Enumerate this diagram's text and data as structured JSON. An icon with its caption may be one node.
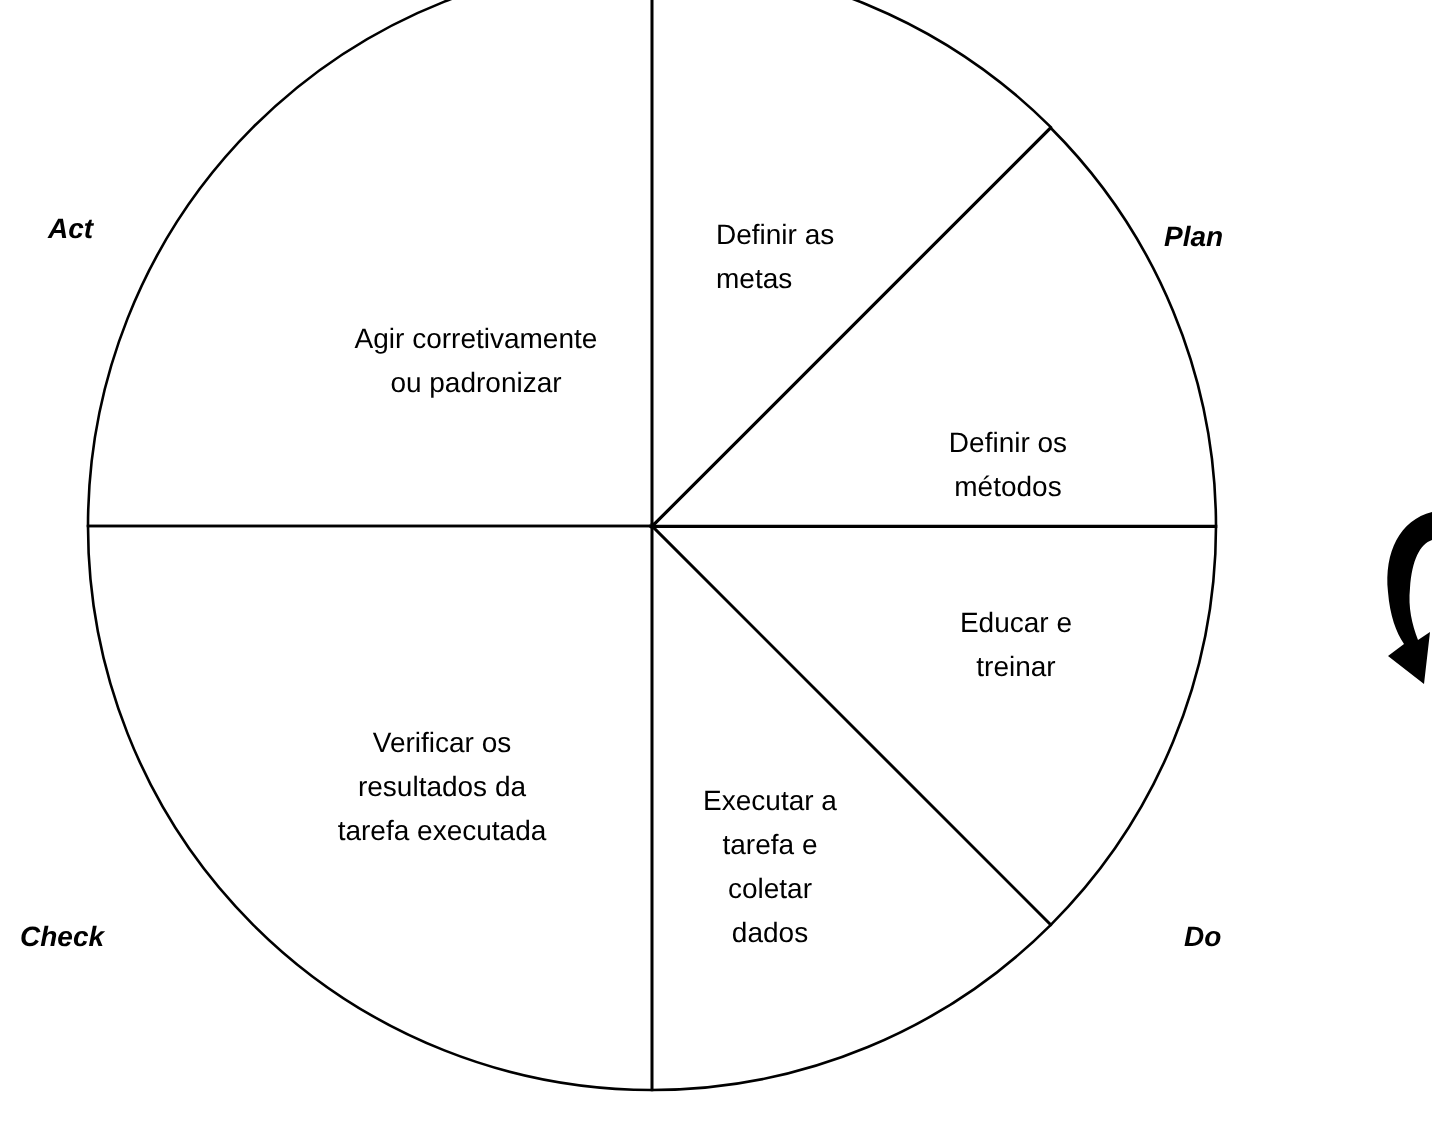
{
  "diagram": {
    "nodes": [
      {
        "text": [
          "Definir as metas"
        ]
      },
      {
        "text": [
          "Definir os métodos"
        ]
      },
      {
        "text": [
          "Educar e treinar"
        ]
      },
      {
        "text": [
          "Executar a tarefa e coletar dados"
        ]
      },
      {
        "text": [
          "Verificar os resultados da tarefa executada"
        ]
      },
      {
        "text": [
          "Agir corretivamente ou padronizar"
        ]
      }
    ],
    "labels": [
      "Act",
      "Plan",
      "Check",
      "Do"
    ]
  }
}
